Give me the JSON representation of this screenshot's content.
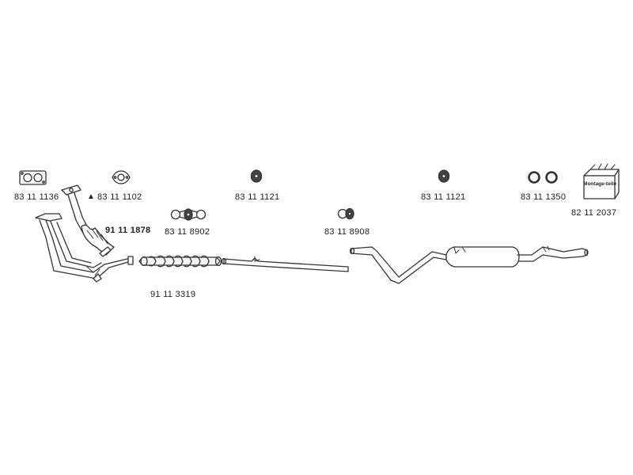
{
  "colors": {
    "line": "#333333",
    "fill": "#f4f4f4",
    "text": "#222222",
    "background": "#ffffff"
  },
  "parts": [
    {
      "number": "83 11 1136",
      "icon": "gasket-double-icon"
    },
    {
      "number": "83 11 1102",
      "icon": "gasket-oval-icon",
      "marker": "▲"
    },
    {
      "number": "91 11 1878",
      "icon": "front-pipe-icon"
    },
    {
      "number": "83 11 8902",
      "icon": "clamp-icon"
    },
    {
      "number": "91 11 3319",
      "icon": "flex-pipe-icon"
    },
    {
      "number": "83 11 1121",
      "icon": "rubber-hanger-icon"
    },
    {
      "number": "83 11 8908",
      "icon": "clamp-icon"
    },
    {
      "number": "83 11 1121",
      "icon": "rubber-hanger-icon"
    },
    {
      "number": "83 11 1350",
      "icon": "o-rings-icon"
    },
    {
      "number": "82 11 2037",
      "icon": "mounting-kit-box-icon",
      "box_text": "Montage-teile"
    },
    {
      "icon": "exhaust-manifold-icon"
    },
    {
      "icon": "middle-pipe-icon"
    },
    {
      "icon": "rear-silencer-icon"
    }
  ]
}
